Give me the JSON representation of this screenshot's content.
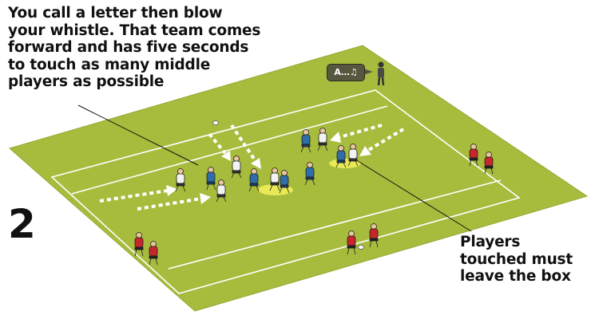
{
  "instruction_text": "You call a letter then blow\nyour whistle. That team comes\nforward and has five seconds\nto touch as many middle\nplayers as possible",
  "note_text": "Players\ntouched must\nleave the box",
  "step_number": "2",
  "coach_call": "A…♫",
  "colors": {
    "pitch": "#a7bc3d",
    "pitch_edge": "#8fa62f",
    "lines": "#ffffff",
    "red_team": "#c8262c",
    "blue_team": "#2f6ea8",
    "white_team": "#f2f2f2",
    "arrow": "#ffffff",
    "highlight": "#f4f05a"
  },
  "icons": [
    "coach-figure-icon",
    "whistle-note-icon",
    "ball-icon"
  ]
}
